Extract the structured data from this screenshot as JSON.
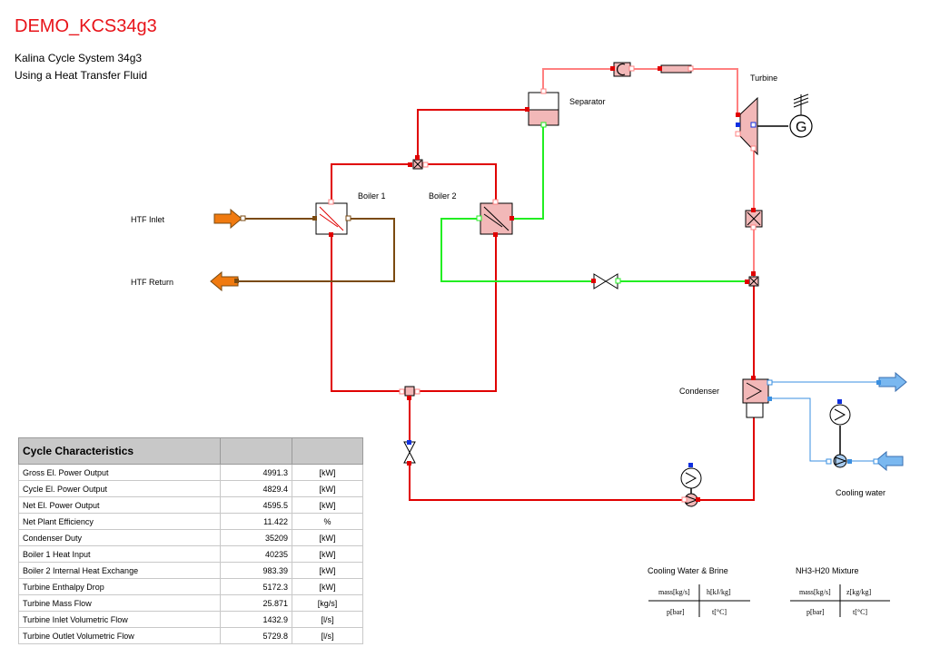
{
  "header": {
    "title": "DEMO_KCS34g3",
    "subtitle_1": "Kalina Cycle System 34g3",
    "subtitle_2": "Using a Heat Transfer Fluid"
  },
  "labels": {
    "turbine": "Turbine",
    "separator": "Separator",
    "boiler1": "Boiler 1",
    "boiler2": "Boiler 2",
    "htf_inlet": "HTF Inlet",
    "htf_return": "HTF Return",
    "condenser": "Condenser",
    "cooling_water": "Cooling water"
  },
  "table": {
    "title": "Cycle Characteristics",
    "rows": [
      {
        "name": "Gross El. Power Output",
        "value": "4991.3",
        "unit": "[kW]"
      },
      {
        "name": "Cycle El. Power Output",
        "value": "4829.4",
        "unit": "[kW]"
      },
      {
        "name": "Net El. Power Output",
        "value": "4595.5",
        "unit": "[kW]"
      },
      {
        "name": "Net Plant Efficiency",
        "value": "11.422",
        "unit": "%"
      },
      {
        "name": "Condenser Duty",
        "value": "35209",
        "unit": "[kW]"
      },
      {
        "name": "Boiler 1 Heat Input",
        "value": "40235",
        "unit": "[kW]"
      },
      {
        "name": "Boiler 2 Internal Heat Exchange",
        "value": "983.39",
        "unit": "[kW]"
      },
      {
        "name": "Turbine Enthalpy Drop",
        "value": "5172.3",
        "unit": "[kW]"
      },
      {
        "name": "Turbine Mass Flow",
        "value": "25.871",
        "unit": "[kg/s]"
      },
      {
        "name": "Turbine Inlet Volumetric Flow",
        "value": "1432.9",
        "unit": "[l/s]"
      },
      {
        "name": "Turbine Outlet Volumetric Flow",
        "value": "5729.8",
        "unit": "[l/s]"
      }
    ]
  },
  "legends": {
    "cw": {
      "title": "Cooling Water & Brine",
      "tl": "mass[kg/s]",
      "tr": "h[kJ/kg]",
      "bl": "p[bar]",
      "br": "t[°C]"
    },
    "nh3": {
      "title": "NH3-H20 Mixture",
      "tl": "mass[kg/s]",
      "tr": "z[kg/kg]",
      "bl": "p[bar]",
      "br": "t[°C]"
    }
  },
  "colors": {
    "hot_line": "#e00000",
    "pink_line": "#ff8080",
    "green_line": "#22ee22",
    "htf_line": "#7a4a10",
    "cooling_line": "#3a8fe0",
    "htf_arrow": "#f07a10",
    "cw_arrow": "#7ab8f0",
    "component_fill": "#f2b8b8"
  }
}
